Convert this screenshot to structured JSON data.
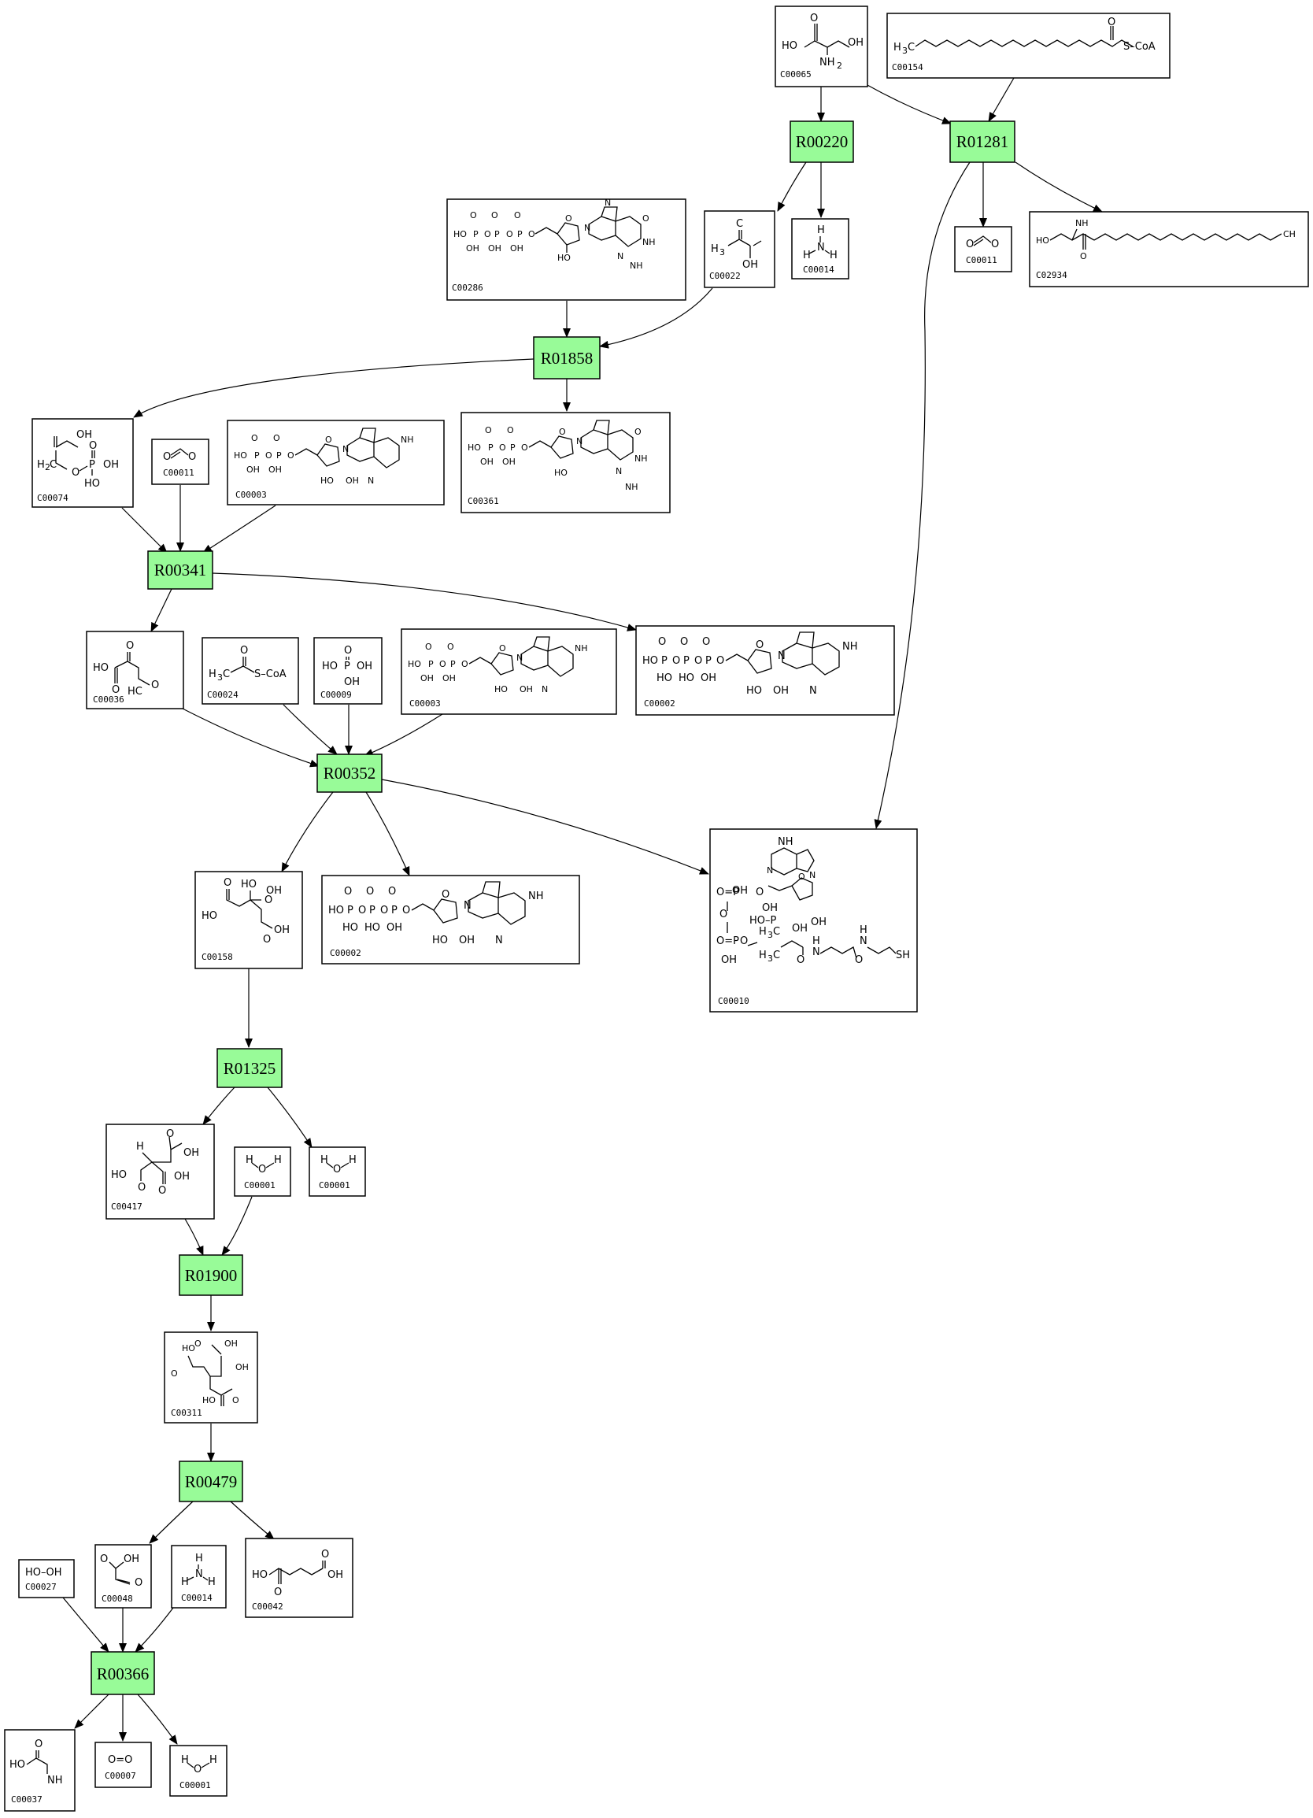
{
  "reactions": [
    {
      "id": "R00220",
      "label": "R00220"
    },
    {
      "id": "R01281",
      "label": "R01281"
    },
    {
      "id": "R01858",
      "label": "R01858"
    },
    {
      "id": "R00341",
      "label": "R00341"
    },
    {
      "id": "R00352",
      "label": "R00352"
    },
    {
      "id": "R01325",
      "label": "R01325"
    },
    {
      "id": "R01900",
      "label": "R01900"
    },
    {
      "id": "R00479",
      "label": "R00479"
    },
    {
      "id": "R00366",
      "label": "R00366"
    }
  ],
  "compounds": [
    {
      "key": "c00065",
      "label": "C00065",
      "structure": "serine"
    },
    {
      "key": "c00154",
      "label": "C00154",
      "structure": "palmitoyl-coa"
    },
    {
      "key": "c00286",
      "label": "C00286",
      "structure": "dgtp"
    },
    {
      "key": "c00022",
      "label": "C00022",
      "structure": "pyruvate"
    },
    {
      "key": "c00014a",
      "label": "C00014",
      "structure": "ammonia"
    },
    {
      "key": "c00011a",
      "label": "C00011",
      "structure": "co2"
    },
    {
      "key": "c02934",
      "label": "C02934",
      "structure": "ketosphinganine"
    },
    {
      "key": "c00074",
      "label": "C00074",
      "structure": "pep"
    },
    {
      "key": "c00011b",
      "label": "C00011",
      "structure": "co2"
    },
    {
      "key": "c00003a",
      "label": "C00003",
      "structure": "adp"
    },
    {
      "key": "c00361",
      "label": "C00361",
      "structure": "dgdp"
    },
    {
      "key": "c00036",
      "label": "C00036",
      "structure": "oxaloacetate"
    },
    {
      "key": "c00024",
      "label": "C00024",
      "structure": "acetyl-coa"
    },
    {
      "key": "c00009",
      "label": "C00009",
      "structure": "phosphate"
    },
    {
      "key": "c00003b",
      "label": "C00003",
      "structure": "adp"
    },
    {
      "key": "c00002a",
      "label": "C00002",
      "structure": "atp"
    },
    {
      "key": "c00158",
      "label": "C00158",
      "structure": "citrate"
    },
    {
      "key": "c00002b",
      "label": "C00002",
      "structure": "atp"
    },
    {
      "key": "c00010",
      "label": "C00010",
      "structure": "coa"
    },
    {
      "key": "c00417",
      "label": "C00417",
      "structure": "cis-aconitate"
    },
    {
      "key": "c00001a",
      "label": "C00001",
      "structure": "water"
    },
    {
      "key": "c00001b",
      "label": "C00001",
      "structure": "water"
    },
    {
      "key": "c00311",
      "label": "C00311",
      "structure": "isocitrate"
    },
    {
      "key": "c00027",
      "label": "C00027",
      "structure": "h2o2"
    },
    {
      "key": "c00048",
      "label": "C00048",
      "structure": "glyoxylate"
    },
    {
      "key": "c00014b",
      "label": "C00014",
      "structure": "ammonia"
    },
    {
      "key": "c00042",
      "label": "C00042",
      "structure": "succinate"
    },
    {
      "key": "c00037",
      "label": "C00037",
      "structure": "glycine"
    },
    {
      "key": "c00007",
      "label": "C00007",
      "structure": "oxygen"
    },
    {
      "key": "c00001c",
      "label": "C00001",
      "structure": "water"
    }
  ],
  "atoms": {
    "oh": "OH",
    "ho": "HO",
    "o": "O",
    "p": "P",
    "n": "N",
    "nh": "NH",
    "nh2": "NH",
    "sub2": "2",
    "h": "H",
    "h3c": "H",
    "ch3": "CH",
    "sub3": "3",
    "scoa": "S–CoA",
    "sh": "SH",
    "hooh": "HO–OH",
    "oeo": "O=O",
    "hc": "HC",
    "c": "C",
    "hop": "HO–P",
    "o_eq_p": "O=P"
  }
}
